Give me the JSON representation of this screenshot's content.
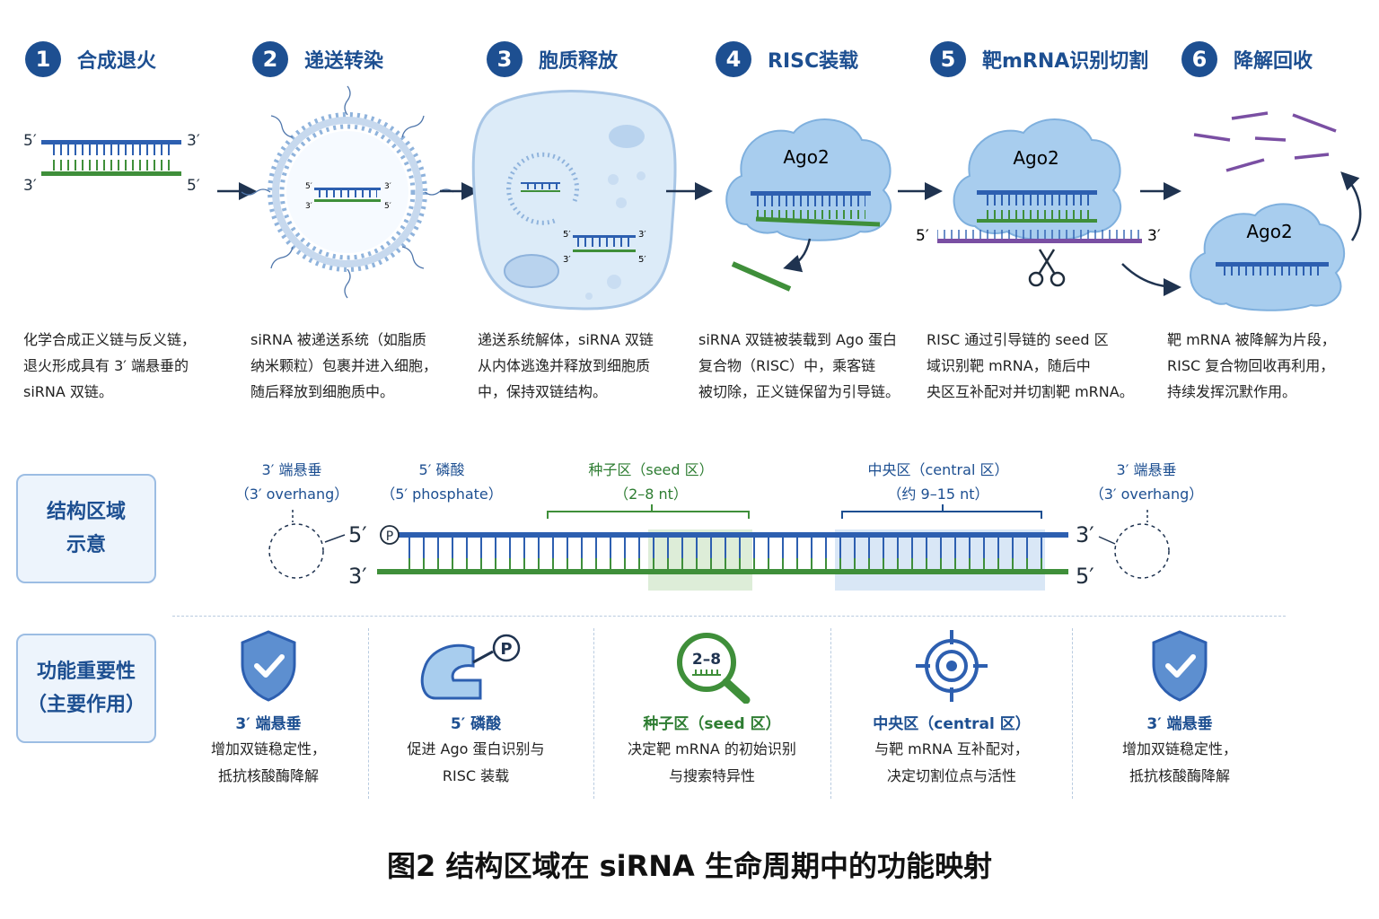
{
  "steps": [
    {
      "num": "1",
      "title": "合成退火",
      "desc": [
        "化学合成正义链与反义链，",
        "退火形成具有 3′ 端悬垂的",
        "siRNA 双链。"
      ]
    },
    {
      "num": "2",
      "title": "递送转染",
      "desc": [
        "siRNA 被递送系统（如脂质",
        "纳米颗粒）包裹并进入细胞，",
        "随后释放到细胞质中。"
      ]
    },
    {
      "num": "3",
      "title": "胞质释放",
      "desc": [
        "递送系统解体，siRNA 双链",
        "从内体逃逸并释放到细胞质",
        "中，保持双链结构。"
      ]
    },
    {
      "num": "4",
      "title": "RISC装载",
      "desc": [
        "siRNA 双链被装载到 Ago 蛋白",
        "复合物（RISC）中，乘客链",
        "被切除，正义链保留为引导链。"
      ]
    },
    {
      "num": "5",
      "title": "靶mRNA识别切割",
      "desc": [
        "RISC 通过引导链的 seed 区",
        "域识别靶 mRNA，随后中",
        "央区互补配对并切割靶 mRNA。"
      ]
    },
    {
      "num": "6",
      "title": "降解回收",
      "desc": [
        "靶 mRNA 被降解为片段，",
        "RISC 复合物回收再利用，",
        "持续发挥沉默作用。"
      ]
    }
  ],
  "end_labels": {
    "five": "5′",
    "three": "3′"
  },
  "ago_label": "Ago2",
  "phosphate_symbol": "P",
  "structure_box": {
    "lines": [
      "结构区域",
      "示意"
    ]
  },
  "function_box": {
    "lines": [
      "功能重要性",
      "（主要作用）"
    ]
  },
  "regions": [
    {
      "lines": [
        "3′ 端悬垂",
        "（3′ overhang）"
      ],
      "color": "blue"
    },
    {
      "lines": [
        "5′ 磷酸",
        "（5′ phosphate）"
      ],
      "color": "blue"
    },
    {
      "lines": [
        "种子区（seed 区）",
        "（2–8 nt）"
      ],
      "color": "green"
    },
    {
      "lines": [
        "中央区（central 区）",
        "（约 9–15 nt）"
      ],
      "color": "blue"
    },
    {
      "lines": [
        "3′ 端悬垂",
        "（3′ overhang）"
      ],
      "color": "blue"
    }
  ],
  "functions": [
    {
      "title": "3′ 端悬垂",
      "lines": [
        "增加双链稳定性，",
        "抵抗核酸酶降解"
      ],
      "color": "blue",
      "icon": "shield-check-icon"
    },
    {
      "title": "5′ 磷酸",
      "lines": [
        "促进 Ago 蛋白识别与",
        "RISC 装载"
      ],
      "color": "blue",
      "icon": "protein-phosphate-icon"
    },
    {
      "title": "种子区（seed 区）",
      "lines": [
        "决定靶 mRNA 的初始识别",
        "与搜索特异性"
      ],
      "color": "green",
      "icon": "magnifier-icon",
      "icon_text": "2–8"
    },
    {
      "title": "中央区（central 区）",
      "lines": [
        "与靶 mRNA 互补配对，",
        "决定切割位点与活性"
      ],
      "color": "blue",
      "icon": "target-icon"
    },
    {
      "title": "3′ 端悬垂",
      "lines": [
        "增加双链稳定性，",
        "抵抗核酸酶降解"
      ],
      "color": "blue",
      "icon": "shield-check-icon"
    }
  ],
  "caption": "图2  结构区域在 siRNA 生命周期中的功能映射",
  "colors": {
    "blue": "#1d4f91",
    "strand_blue": "#2d5fb0",
    "strand_green": "#3f8f3a",
    "purple": "#7a4fa3",
    "ago": "#a8cdee",
    "region_box": "#9cbde3"
  }
}
